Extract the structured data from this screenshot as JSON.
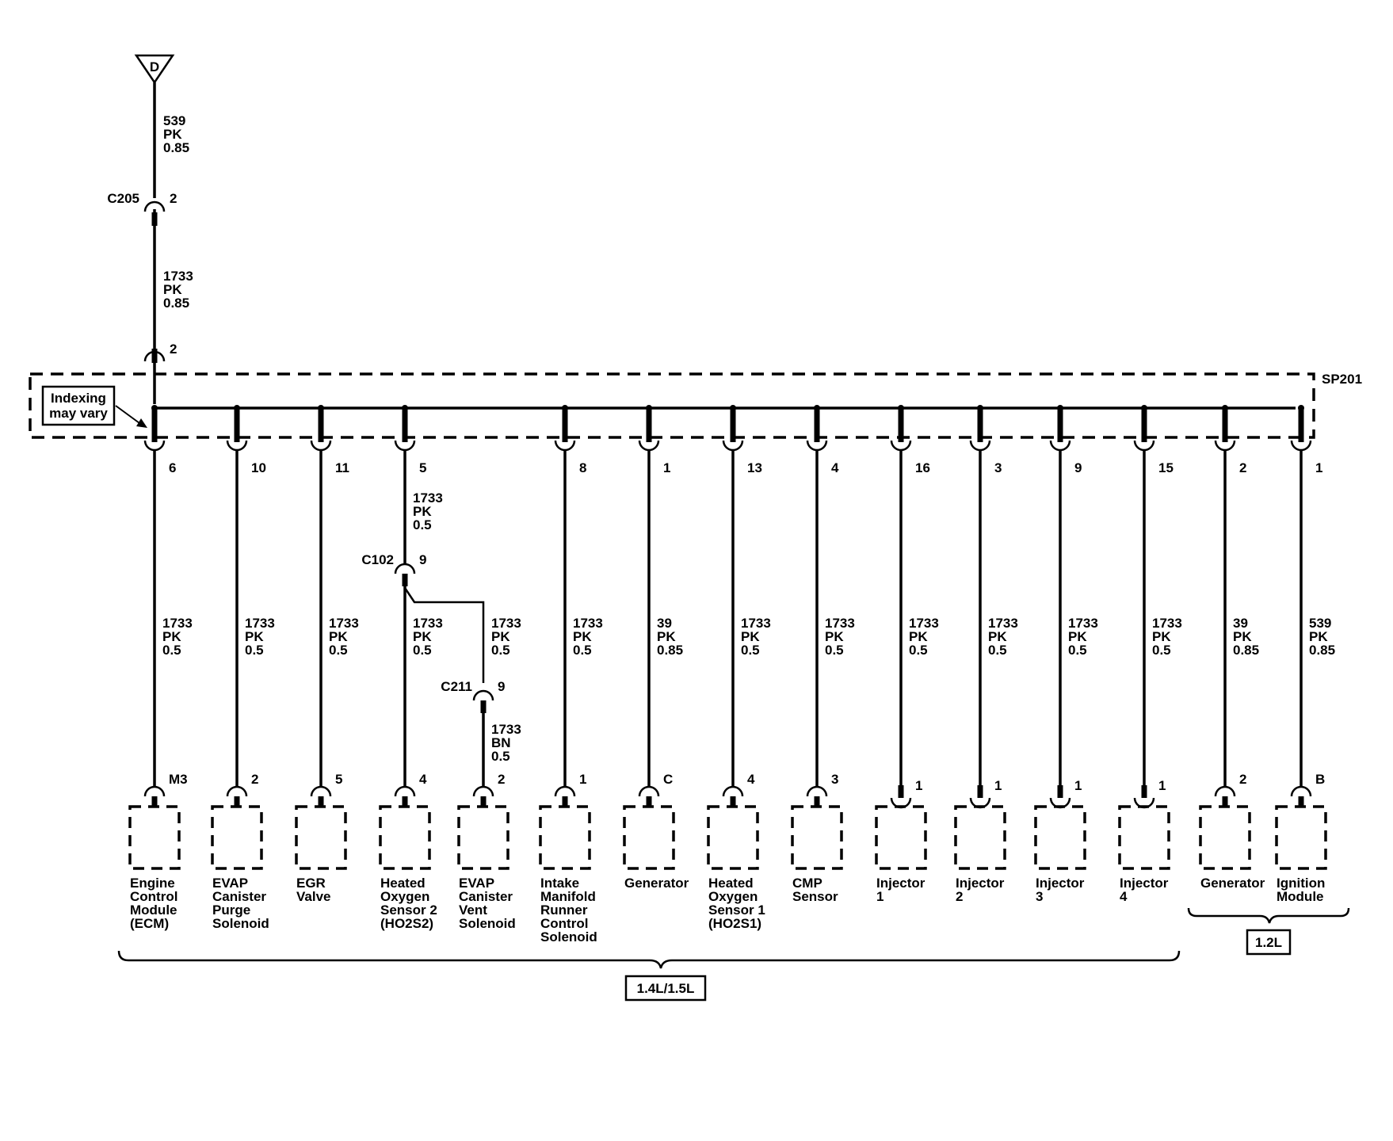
{
  "ground_label": "D",
  "top_wire": {
    "circuit": "539",
    "color": "PK",
    "gauge": "0.85"
  },
  "c205": {
    "name": "C205",
    "pin": "2"
  },
  "mid_wire": {
    "circuit": "1733",
    "color": "PK",
    "gauge": "0.85"
  },
  "splice_pin": "2",
  "splice_name": "SP201",
  "indexing_note": [
    "Indexing",
    "may vary"
  ],
  "c102": {
    "name": "C102",
    "pin": "9"
  },
  "c211": {
    "name": "C211",
    "pin": "9"
  },
  "heated_o2_2_upper_wire": {
    "circuit": "1733",
    "color": "PK",
    "gauge": "0.5"
  },
  "evap_vent_lower_wire": {
    "circuit": "1733",
    "color": "BN",
    "gauge": "0.5"
  },
  "branches": [
    {
      "splice_pin": "6",
      "wire": [
        "1733",
        "PK",
        "0.5"
      ],
      "comp_pin": "M3",
      "label": [
        "Engine",
        "Control",
        "Module",
        "(ECM)"
      ],
      "type": "socket"
    },
    {
      "splice_pin": "10",
      "wire": [
        "1733",
        "PK",
        "0.5"
      ],
      "comp_pin": "2",
      "label": [
        "EVAP",
        "Canister",
        "Purge",
        "Solenoid"
      ],
      "type": "socket"
    },
    {
      "splice_pin": "11",
      "wire": [
        "1733",
        "PK",
        "0.5"
      ],
      "comp_pin": "5",
      "label": [
        "EGR",
        "Valve"
      ],
      "type": "socket"
    },
    {
      "splice_pin": "5",
      "wire": [
        "1733",
        "PK",
        "0.5"
      ],
      "comp_pin": "4",
      "label": [
        "Heated",
        "Oxygen",
        "Sensor 2",
        "(HO2S2)"
      ],
      "type": "socket"
    },
    {
      "splice_pin": "",
      "wire": [
        "1733",
        "PK",
        "0.5"
      ],
      "comp_pin": "2",
      "label": [
        "EVAP",
        "Canister",
        "Vent",
        "Solenoid"
      ],
      "type": "socket"
    },
    {
      "splice_pin": "8",
      "wire": [
        "1733",
        "PK",
        "0.5"
      ],
      "comp_pin": "1",
      "label": [
        "Intake",
        "Manifold",
        "Runner",
        "Control",
        "Solenoid"
      ],
      "type": "socket"
    },
    {
      "splice_pin": "1",
      "wire": [
        "39",
        "PK",
        "0.85"
      ],
      "comp_pin": "C",
      "label": [
        "Generator"
      ],
      "type": "socket"
    },
    {
      "splice_pin": "13",
      "wire": [
        "1733",
        "PK",
        "0.5"
      ],
      "comp_pin": "4",
      "label": [
        "Heated",
        "Oxygen",
        "Sensor 1",
        "(HO2S1)"
      ],
      "type": "socket"
    },
    {
      "splice_pin": "4",
      "wire": [
        "1733",
        "PK",
        "0.5"
      ],
      "comp_pin": "3",
      "label": [
        "CMP",
        "Sensor"
      ],
      "type": "socket"
    },
    {
      "splice_pin": "16",
      "wire": [
        "1733",
        "PK",
        "0.5"
      ],
      "comp_pin": "1",
      "label": [
        "Injector",
        "1"
      ],
      "type": "pin"
    },
    {
      "splice_pin": "3",
      "wire": [
        "1733",
        "PK",
        "0.5"
      ],
      "comp_pin": "1",
      "label": [
        "Injector",
        "2"
      ],
      "type": "pin"
    },
    {
      "splice_pin": "9",
      "wire": [
        "1733",
        "PK",
        "0.5"
      ],
      "comp_pin": "1",
      "label": [
        "Injector",
        "3"
      ],
      "type": "pin"
    },
    {
      "splice_pin": "15",
      "wire": [
        "1733",
        "PK",
        "0.5"
      ],
      "comp_pin": "1",
      "label": [
        "Injector",
        "4"
      ],
      "type": "pin"
    },
    {
      "splice_pin": "2",
      "wire": [
        "39",
        "PK",
        "0.85"
      ],
      "comp_pin": "2",
      "label": [
        "Generator"
      ],
      "type": "socket"
    },
    {
      "splice_pin": "1",
      "wire": [
        "539",
        "PK",
        "0.85"
      ],
      "comp_pin": "B",
      "label": [
        "Ignition",
        "Module"
      ],
      "type": "socket"
    }
  ],
  "group_a_label": "1.4L/1.5L",
  "group_b_label": "1.2L"
}
